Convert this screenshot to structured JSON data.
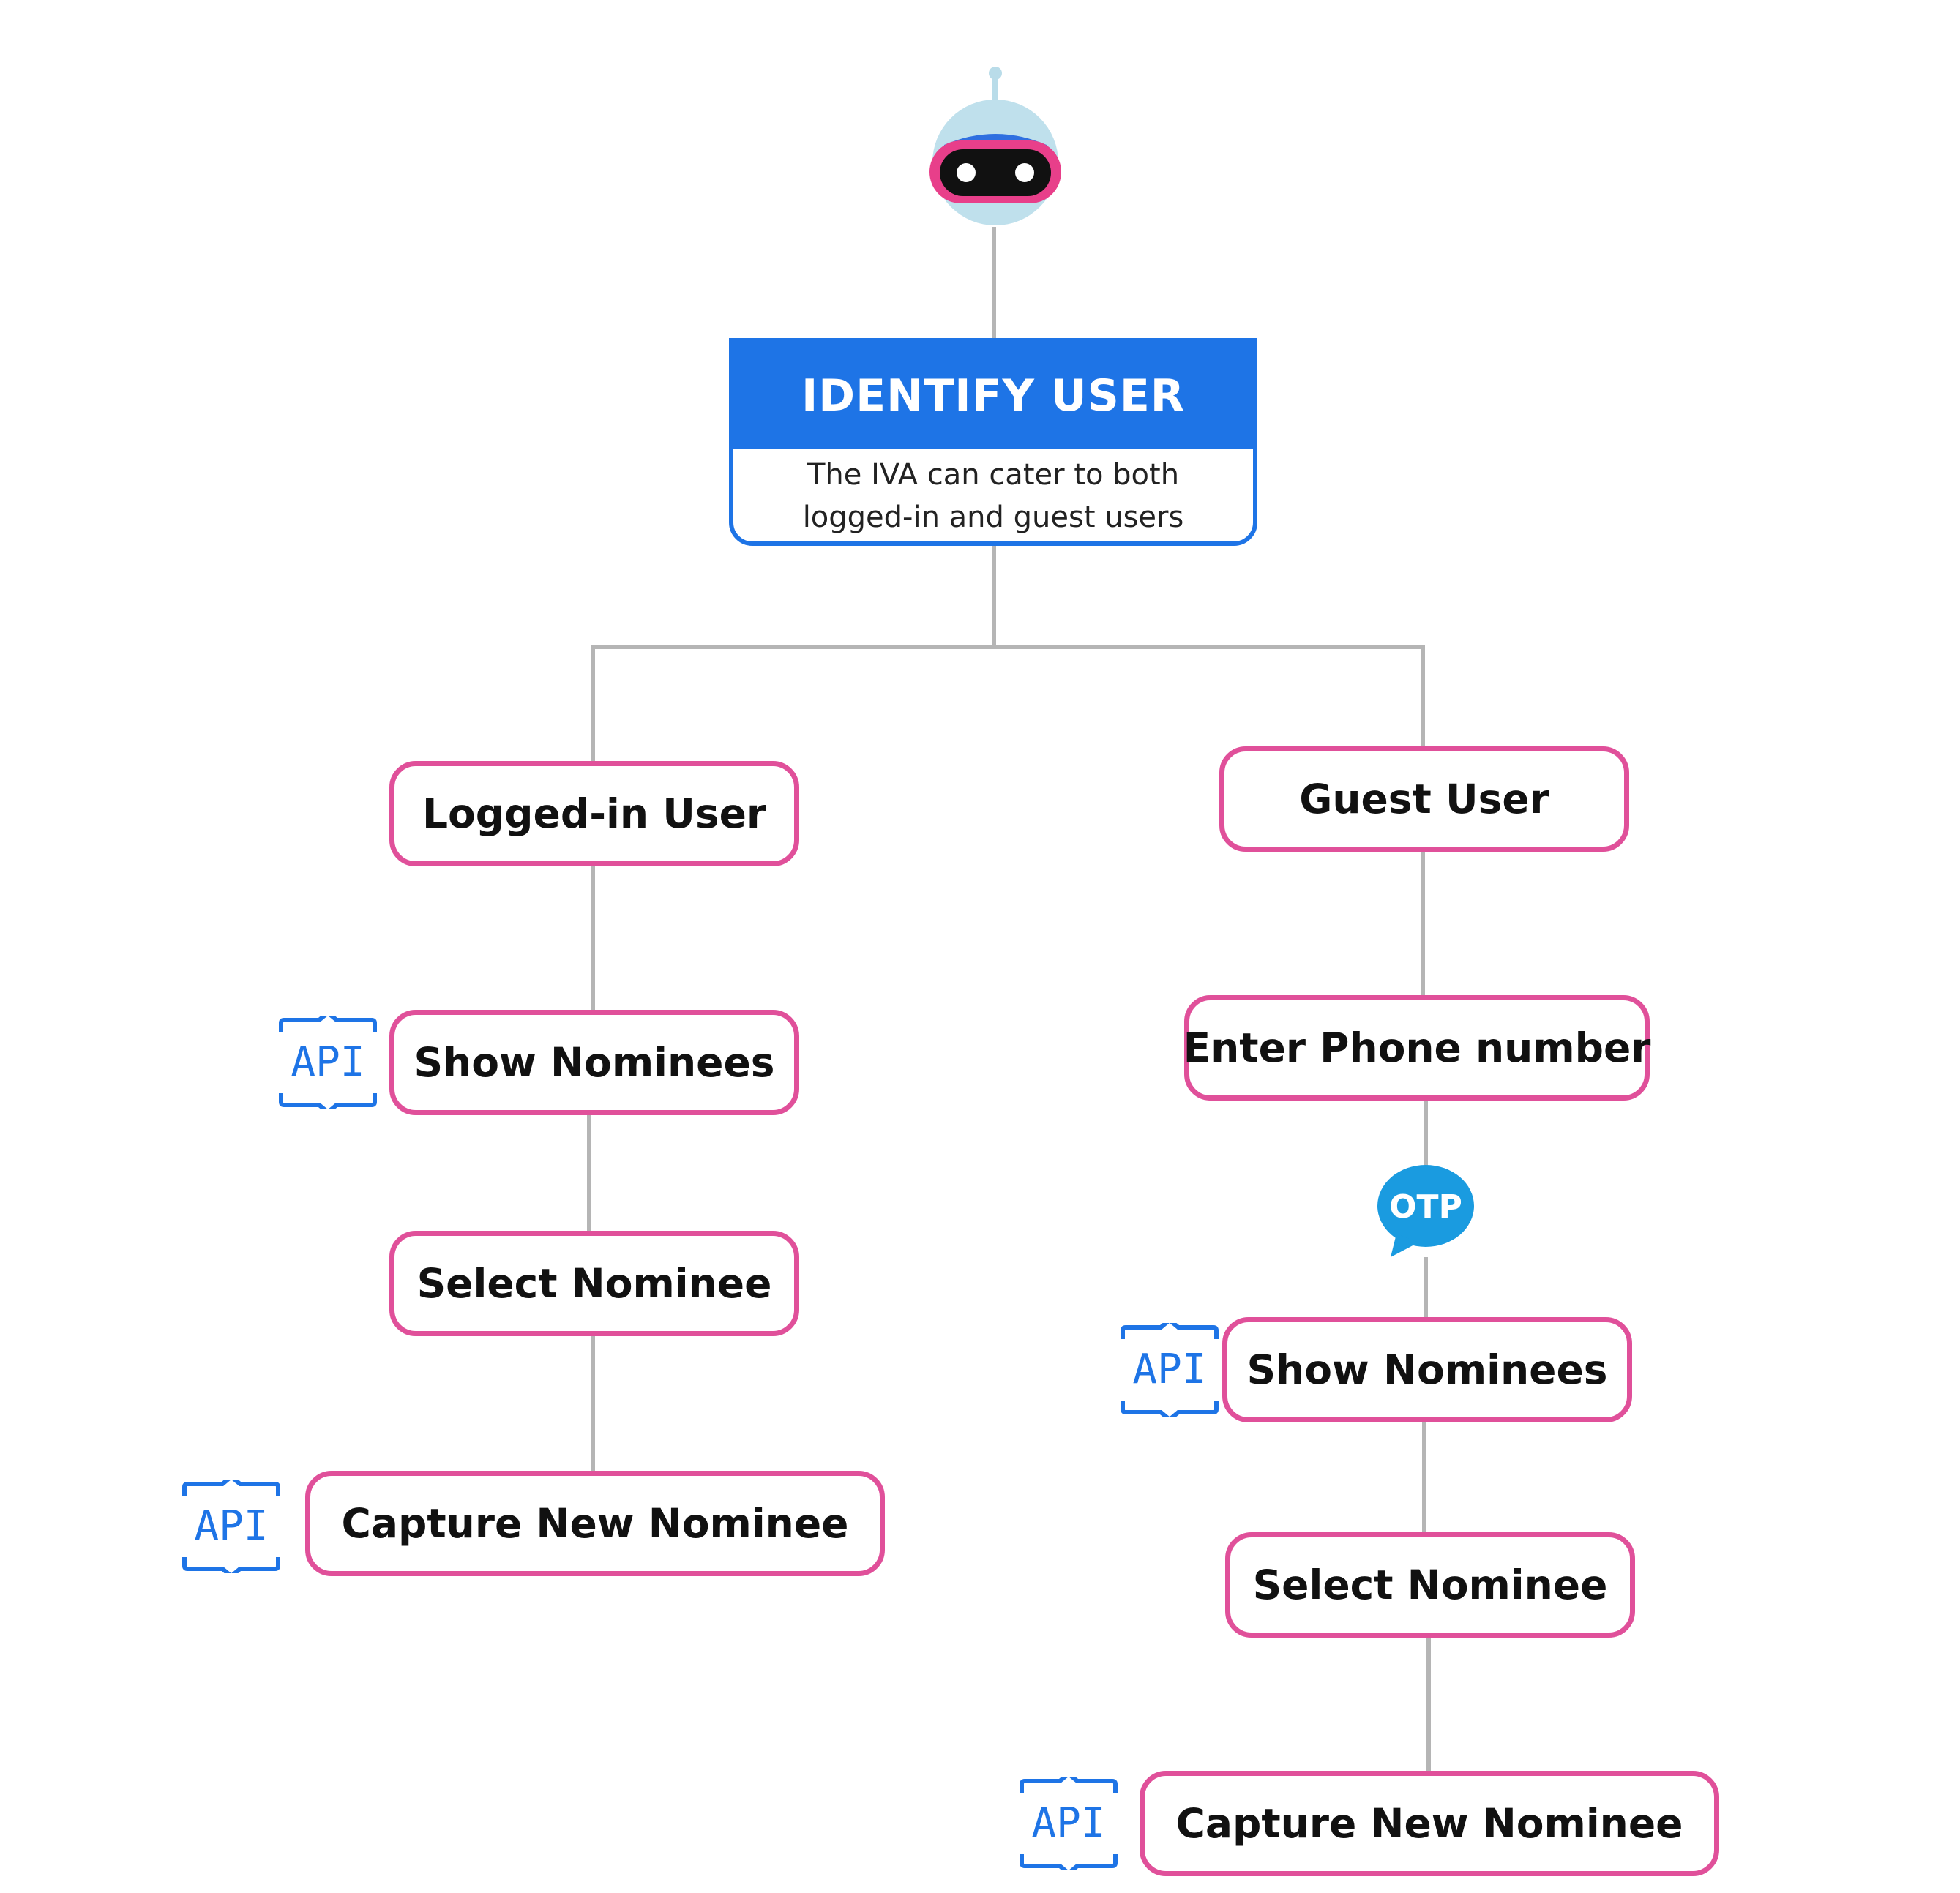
{
  "header": {
    "title": "IDENTIFY USER",
    "description_line1": "The IVA can cater to both",
    "description_line2": "logged-in and guest users"
  },
  "branches": {
    "logged_in": {
      "title": "Logged-in User",
      "steps": [
        "Show Nominees",
        "Select Nominee",
        "Capture New Nominee"
      ]
    },
    "guest": {
      "title": "Guest User",
      "steps": [
        "Enter Phone number",
        "Show Nominees",
        "Select Nominee",
        "Capture New Nominee"
      ]
    }
  },
  "badges": {
    "api": "API",
    "otp": "OTP"
  },
  "colors": {
    "primary_blue": "#1e74e6",
    "node_border_pink": "#e0509a",
    "connector_gray": "#b5b5b5",
    "otp_blue": "#1a9be0"
  },
  "icons": [
    "robot-icon",
    "api-icon",
    "otp-chat-icon"
  ]
}
